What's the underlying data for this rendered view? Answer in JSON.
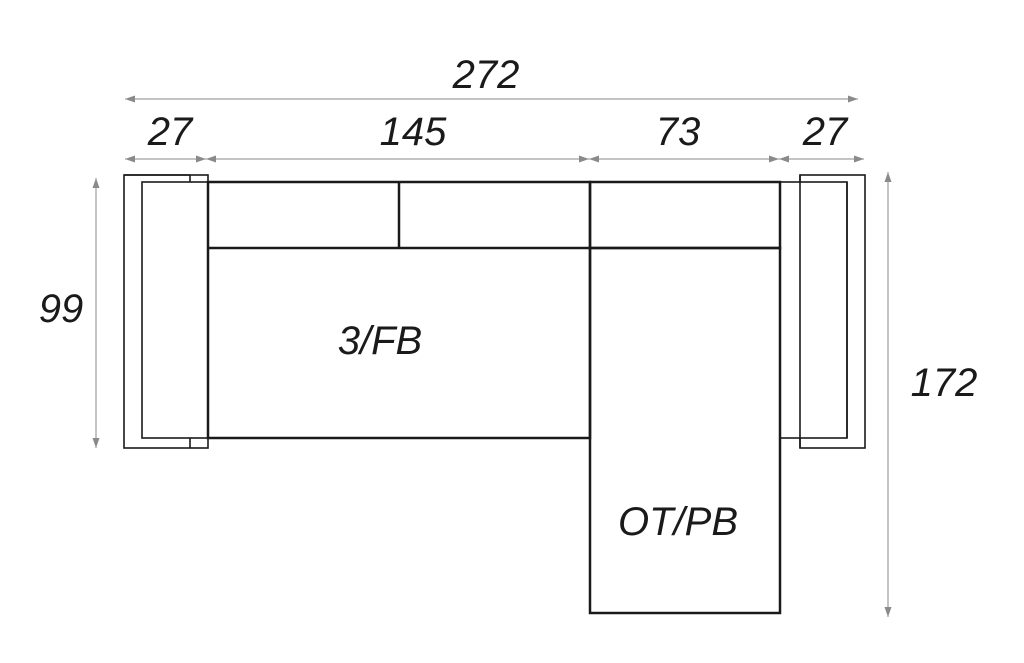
{
  "dimensions": {
    "total_width": "272",
    "left_arm": "27",
    "main_section": "145",
    "chaise_section": "73",
    "right_arm": "27",
    "depth_main": "99",
    "depth_chaise": "172"
  },
  "modules": {
    "main": "3/FB",
    "chaise": "OT/PB"
  }
}
